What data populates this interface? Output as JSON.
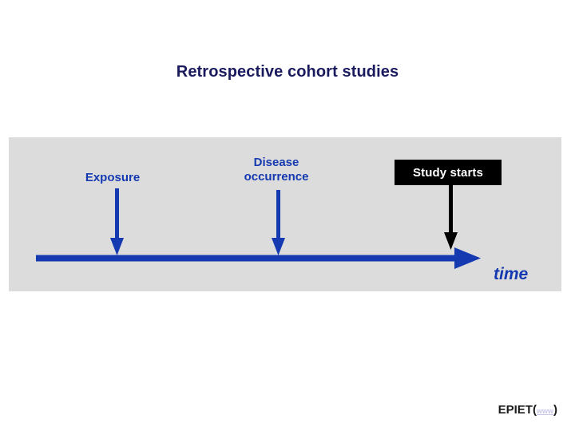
{
  "slide": {
    "title": "Retrospective cohort studies",
    "title_color": "#1a1a5e",
    "background_color": "#ffffff"
  },
  "diagram": {
    "band_color": "#dcdcdc",
    "accent_blue": "#1539b0",
    "black": "#000000",
    "events": [
      {
        "id": "exposure",
        "label": "Exposure",
        "style": "blue-text",
        "arrow_color": "#1539b0"
      },
      {
        "id": "disease-occurrence",
        "label": "Disease\noccurrence",
        "style": "blue-text",
        "arrow_color": "#1539b0"
      },
      {
        "id": "study-starts",
        "label": "Study starts",
        "style": "black-box",
        "arrow_color": "#000000"
      }
    ],
    "axis": {
      "caption": "time",
      "color": "#1539b0",
      "direction": "left-to-right"
    }
  },
  "footer": {
    "organisation": "EPIET",
    "open_paren": "(",
    "link_label": "www",
    "close_paren": ")",
    "link_color": "#c9c6e8"
  }
}
